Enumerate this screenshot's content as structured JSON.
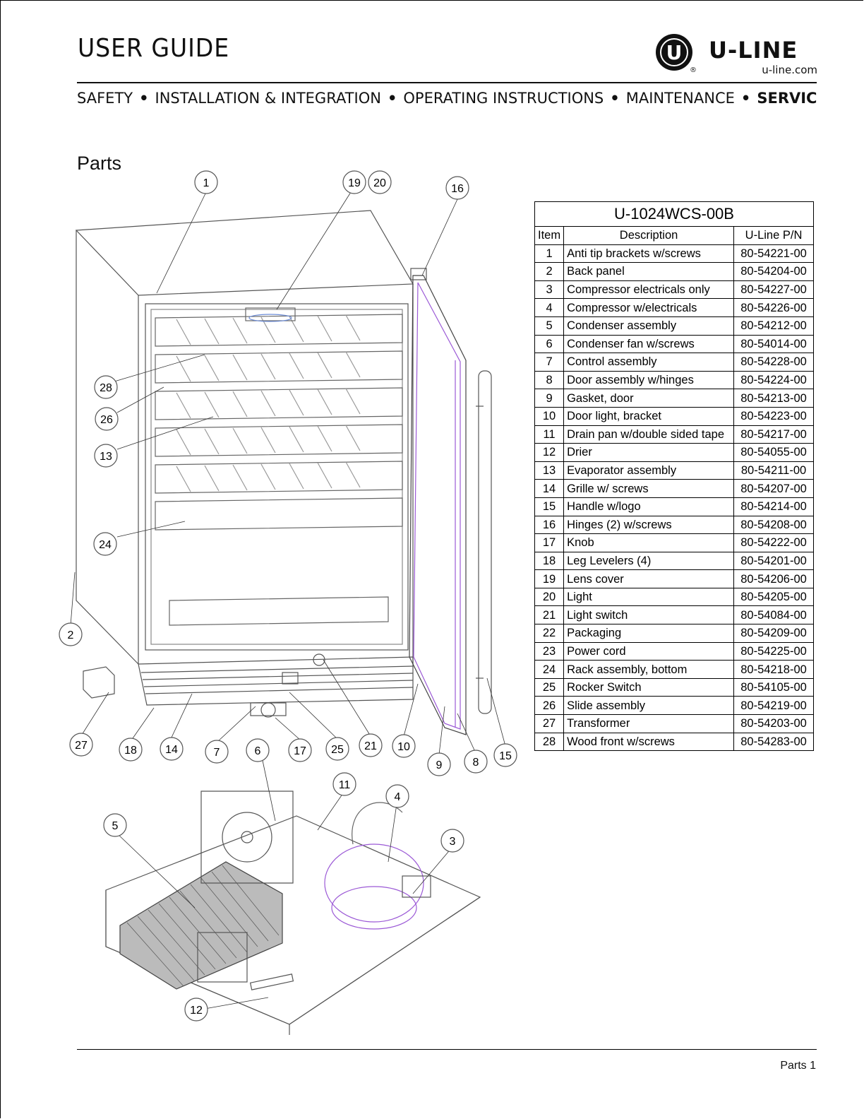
{
  "header": {
    "title": "USER GUIDE",
    "brand_name": "U-LINE",
    "brand_url": "u-line.com",
    "brand_mark": "U",
    "registered": "®",
    "nav": [
      "SAFETY",
      "INSTALLATION & INTEGRATION",
      "OPERATING INSTRUCTIONS",
      "MAINTENANCE",
      "SERVICE"
    ],
    "nav_active": "SERVICE",
    "separator": "•"
  },
  "section_title": "Parts",
  "diagram": {
    "callouts": [
      "1",
      "19",
      "20",
      "16",
      "28",
      "26",
      "13",
      "24",
      "2",
      "27",
      "18",
      "14",
      "7",
      "6",
      "17",
      "25",
      "21",
      "10",
      "9",
      "8",
      "15",
      "11",
      "4",
      "3",
      "5",
      "12"
    ],
    "colors": {
      "line": "#555555",
      "highlight": "#9b59d6"
    }
  },
  "parts_table": {
    "model": "U-1024WCS-00B",
    "columns": [
      "Item",
      "Description",
      "U-Line P/N"
    ],
    "rows": [
      [
        "1",
        "Anti tip brackets w/screws",
        "80-54221-00"
      ],
      [
        "2",
        "Back panel",
        "80-54204-00"
      ],
      [
        "3",
        "Compressor electricals only",
        "80-54227-00"
      ],
      [
        "4",
        "Compressor w/electricals",
        "80-54226-00"
      ],
      [
        "5",
        "Condenser assembly",
        "80-54212-00"
      ],
      [
        "6",
        "Condenser fan w/screws",
        "80-54014-00"
      ],
      [
        "7",
        "Control assembly",
        "80-54228-00"
      ],
      [
        "8",
        "Door assembly w/hinges",
        "80-54224-00"
      ],
      [
        "9",
        "Gasket, door",
        "80-54213-00"
      ],
      [
        "10",
        "Door light, bracket",
        "80-54223-00"
      ],
      [
        "11",
        "Drain pan w/double sided tape",
        "80-54217-00"
      ],
      [
        "12",
        "Drier",
        "80-54055-00"
      ],
      [
        "13",
        "Evaporator assembly",
        "80-54211-00"
      ],
      [
        "14",
        "Grille w/ screws",
        "80-54207-00"
      ],
      [
        "15",
        "Handle w/logo",
        "80-54214-00"
      ],
      [
        "16",
        "Hinges (2) w/screws",
        "80-54208-00"
      ],
      [
        "17",
        "Knob",
        "80-54222-00"
      ],
      [
        "18",
        "Leg Levelers (4)",
        "80-54201-00"
      ],
      [
        "19",
        "Lens cover",
        "80-54206-00"
      ],
      [
        "20",
        "Light",
        "80-54205-00"
      ],
      [
        "21",
        "Light switch",
        "80-54084-00"
      ],
      [
        "22",
        "Packaging",
        "80-54209-00"
      ],
      [
        "23",
        "Power cord",
        "80-54225-00"
      ],
      [
        "24",
        "Rack assembly, bottom",
        "80-54218-00"
      ],
      [
        "25",
        "Rocker Switch",
        "80-54105-00"
      ],
      [
        "26",
        "Slide assembly",
        "80-54219-00"
      ],
      [
        "27",
        "Transformer",
        "80-54203-00"
      ],
      [
        "28",
        "Wood front w/screws",
        "80-54283-00"
      ]
    ]
  },
  "footer": {
    "label": "Parts 1"
  }
}
